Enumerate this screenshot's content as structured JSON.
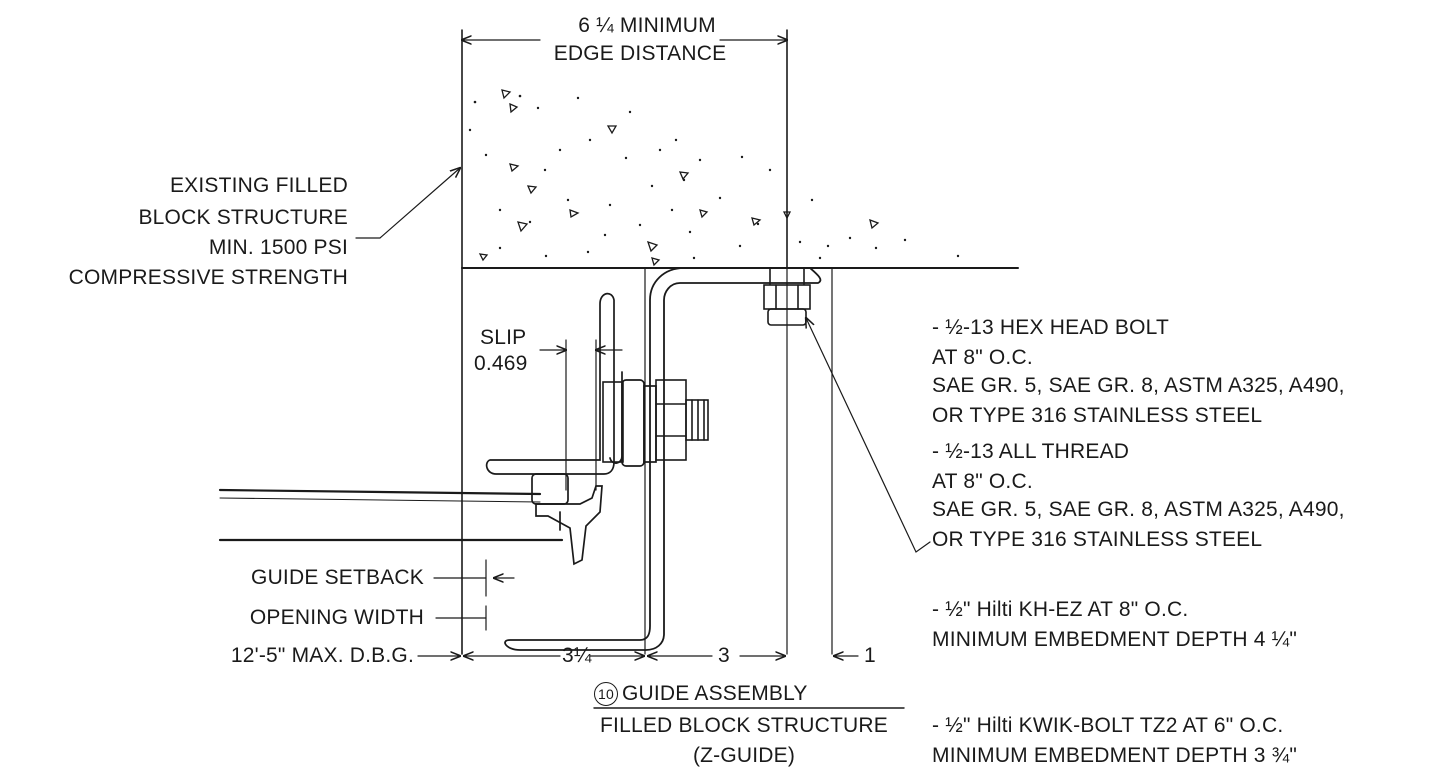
{
  "edge_distance": {
    "line1": "6 ¼ MINIMUM",
    "line2": "EDGE DISTANCE"
  },
  "structure_note": {
    "line1": "EXISTING FILLED",
    "line2": "BLOCK STRUCTURE",
    "line3": "MIN. 1500 PSI",
    "line4": "COMPRESSIVE STRENGTH"
  },
  "slip": {
    "label": "SLIP",
    "value": "0.469"
  },
  "left_dims": {
    "guide_setback": "GUIDE SETBACK",
    "opening_width": "OPENING WIDTH",
    "max_dbg": "12'-5\" MAX. D.B.G."
  },
  "bottom_dims": {
    "d1": "3¼",
    "d2": "3",
    "d3": "1"
  },
  "title": {
    "number": "10",
    "line1": "GUIDE ASSEMBLY",
    "line2": "FILLED BLOCK STRUCTURE",
    "line3": "(Z-GUIDE)"
  },
  "anchors": [
    {
      "line1": "- ½-13 HEX HEAD BOLT",
      "line2": "AT 8\" O.C.",
      "line3": "SAE GR. 5, SAE GR. 8, ASTM A325, A490,",
      "line4": "OR TYPE 316 STAINLESS STEEL"
    },
    {
      "line1": "- ½-13 ALL THREAD",
      "line2": "AT 8\" O.C.",
      "line3": "SAE GR. 5, SAE GR. 8, ASTM A325, A490,",
      "line4": "OR TYPE 316 STAINLESS STEEL"
    },
    {
      "line1": "- ½\" Hilti KH-EZ AT 8\" O.C.",
      "line2": "MINIMUM EMBEDMENT DEPTH 4 ¼\""
    },
    {
      "line1": "- ½\" Hilti KWIK-BOLT TZ2 AT 6\" O.C.",
      "line2": "MINIMUM EMBEDMENT DEPTH 3 ¾\""
    }
  ]
}
